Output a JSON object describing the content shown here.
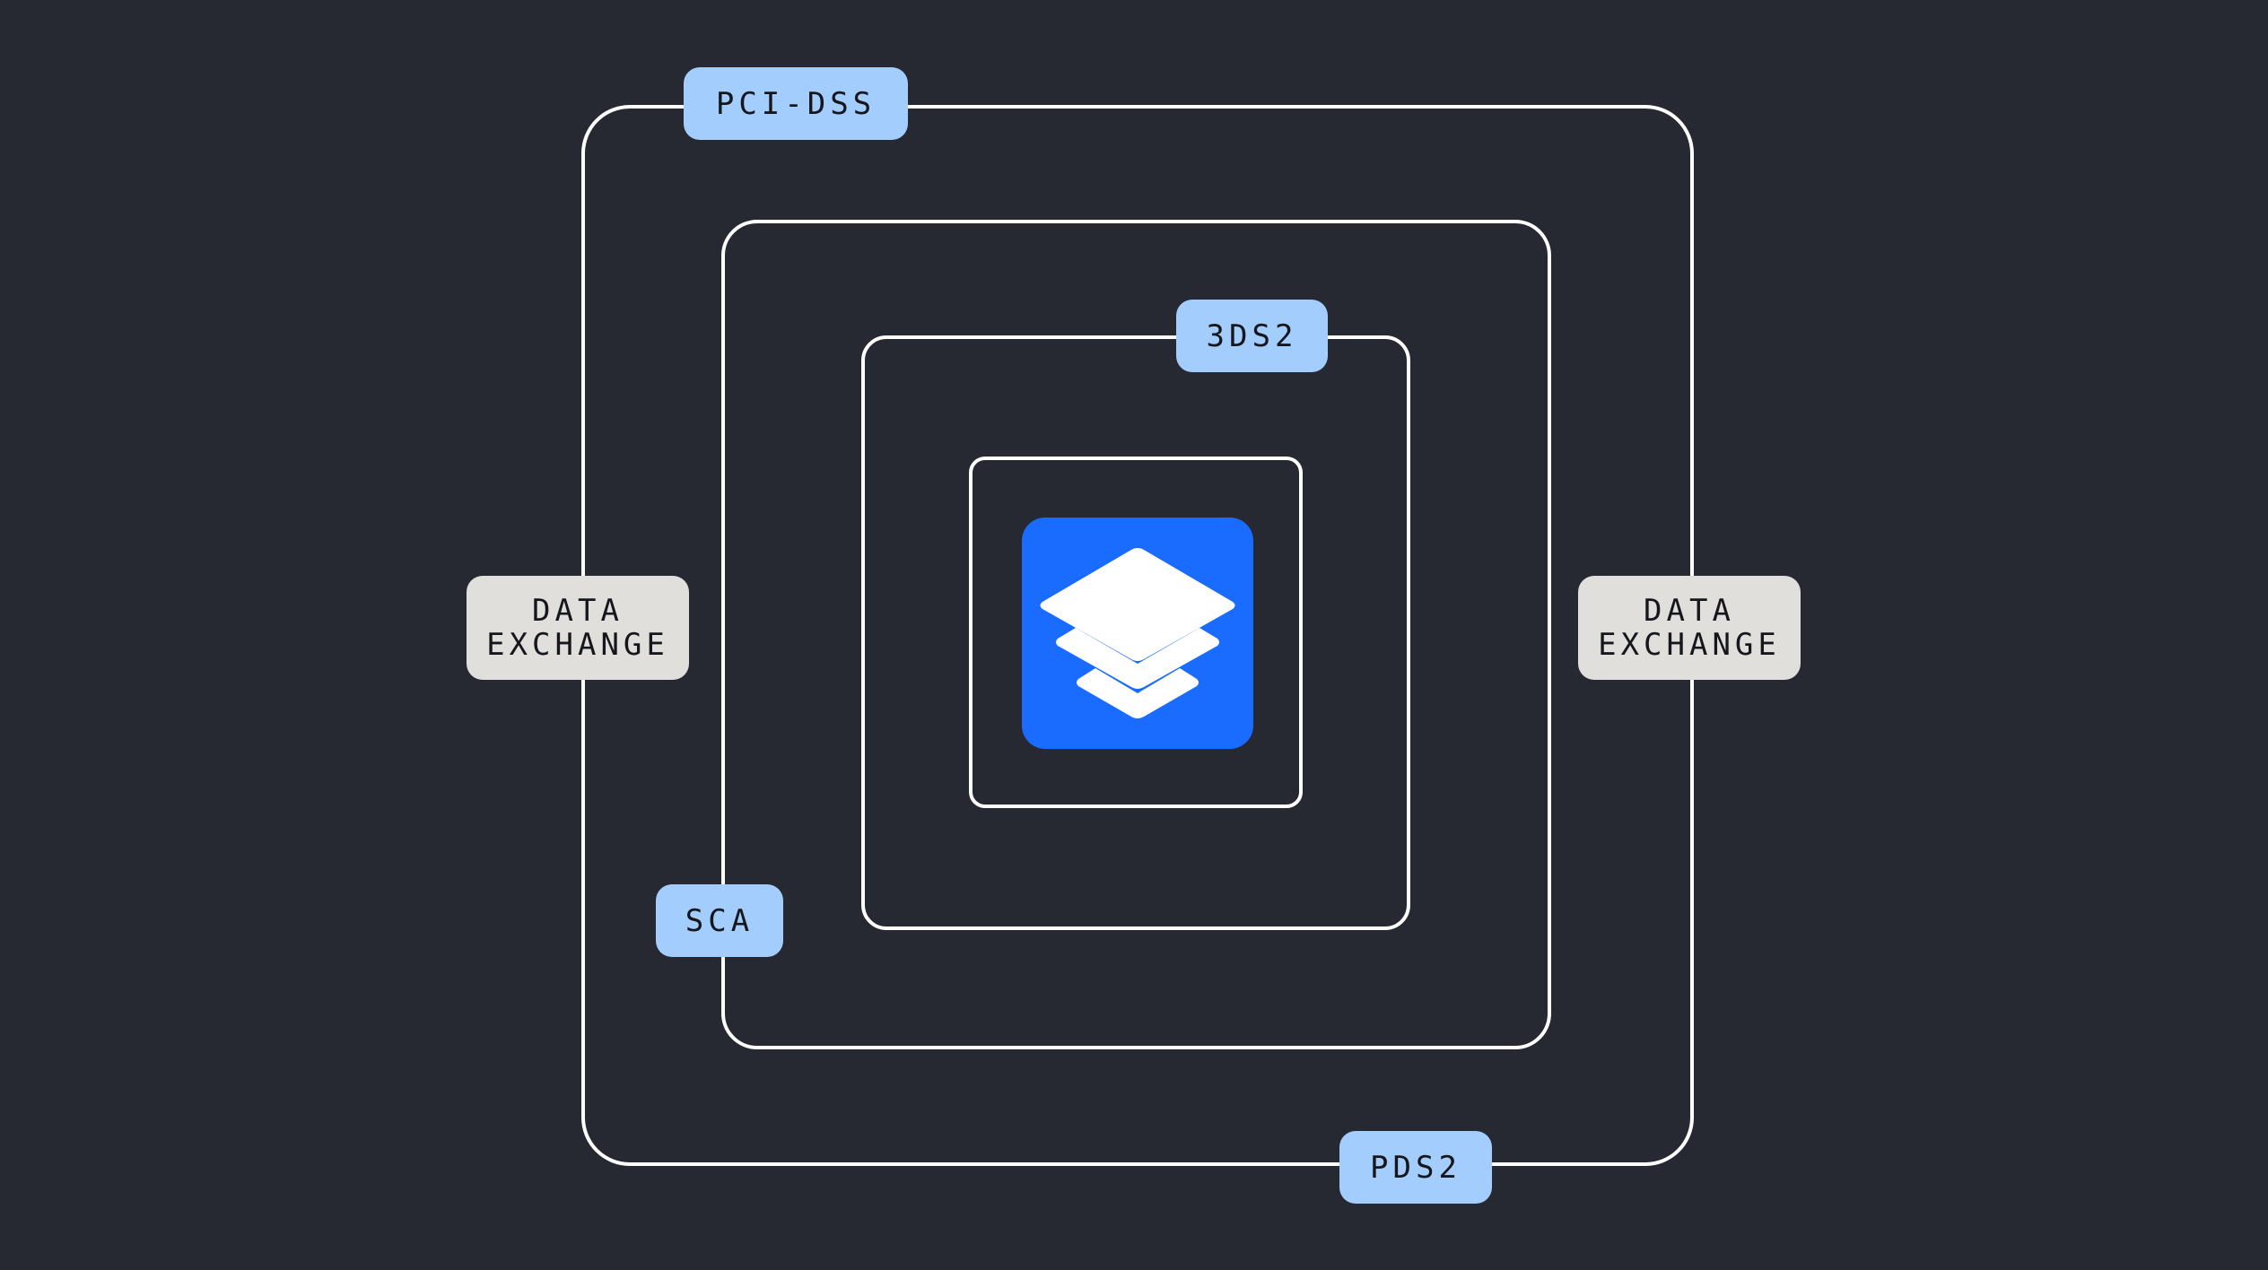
{
  "diagram": {
    "labels": {
      "pci_dss": "PCI-DSS",
      "three_ds2": "3DS2",
      "sca": "SCA",
      "pds2": "PDS2",
      "data_exchange_left": "DATA\nEXCHANGE",
      "data_exchange_right": "DATA\nEXCHANGE"
    },
    "center_icon": "stacked-layers-icon"
  },
  "colors": {
    "background": "#262832",
    "frame_stroke": "#ffffff",
    "regulation_tag": "#a3cdfd",
    "exchange_tag": "#e0dfdc",
    "app_icon": "#1a6bff"
  }
}
